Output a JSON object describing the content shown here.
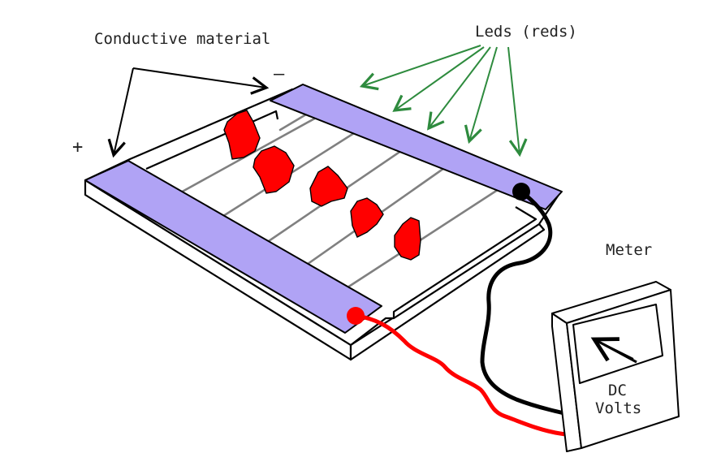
{
  "labels": {
    "conductive": "Conductive material",
    "leds": "Leds (reds)",
    "plus": "+",
    "minus": "–",
    "meter": "Meter",
    "dc": "DC",
    "volts": "Volts"
  },
  "colors": {
    "strip": "#b0a3f5",
    "led": "#ff0000",
    "led_arrow": "#2e8b3e",
    "wire_positive": "#ff0000",
    "wire_negative": "#000000",
    "line": "#000000",
    "grid_wire": "#808080",
    "board": "#ffffff"
  },
  "icons": {
    "led": "red-led-blob",
    "terminal_positive": "red-dot",
    "terminal_negative": "black-dot",
    "meter_needle": "needle-arrow"
  }
}
